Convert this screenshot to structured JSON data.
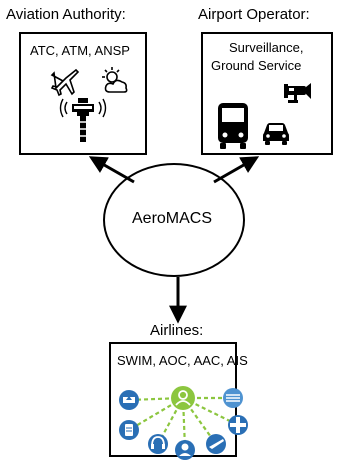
{
  "stakeholders": {
    "aviation_authority": {
      "heading": "Aviation Authority:",
      "services": "ATC, ATM, ANSP",
      "icons": [
        "airplane-icon",
        "weather-icon",
        "control-tower-icon"
      ]
    },
    "airport_operator": {
      "heading": "Airport Operator:",
      "services_line1": "Surveillance,",
      "services_line2": "Ground Service",
      "icons": [
        "cctv-camera-icon",
        "bus-icon",
        "car-icon"
      ]
    },
    "airlines": {
      "heading": "Airlines:",
      "services": "SWIM, AOC, AAC, AIS",
      "icons": [
        "user-hub-icon",
        "network-node-icons"
      ]
    }
  },
  "center": {
    "label": "AeroMACS"
  },
  "colors": {
    "stroke": "#000000",
    "hub_green": "#8cc63f",
    "node_blue": "#2a6fb5",
    "node_light_blue": "#4f93d1"
  }
}
